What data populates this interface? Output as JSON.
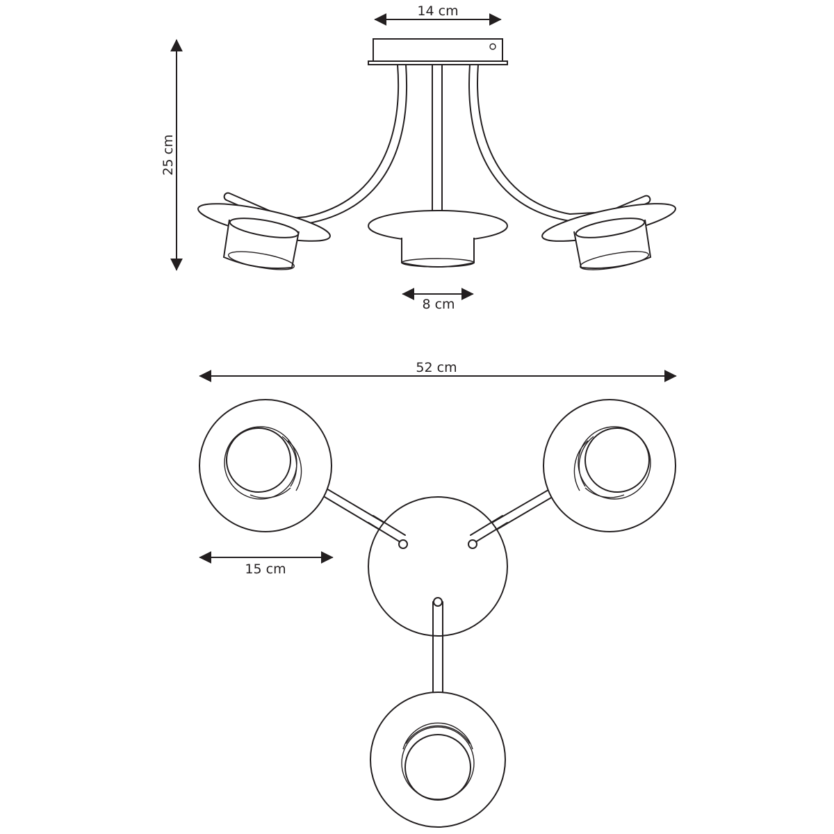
{
  "dimensions": {
    "base_width": "14 cm",
    "height": "25 cm",
    "shade_width": "8 cm",
    "overall_width": "52 cm",
    "disc_width": "15 cm"
  },
  "colors": {
    "stroke": "#231f20",
    "background": "#ffffff"
  }
}
